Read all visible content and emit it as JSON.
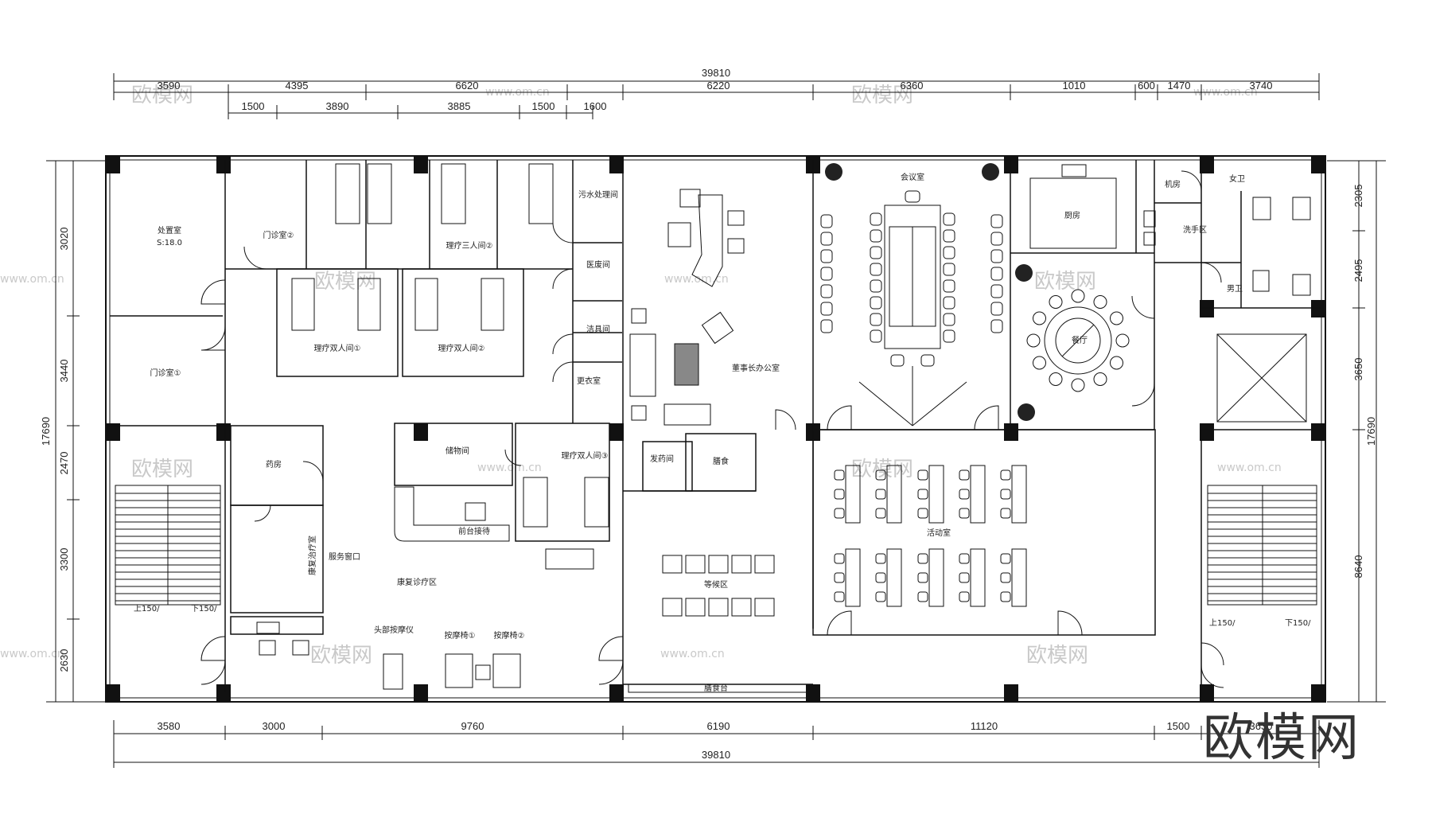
{
  "dims": {
    "top_total": "39810",
    "top_row1": [
      "3590",
      "4395",
      "6620",
      "6220",
      "6360",
      "1010",
      "600",
      "1470",
      "3740"
    ],
    "top_row2": [
      "1500",
      "3890",
      "3885",
      "1500",
      "1600"
    ],
    "bottom_row": [
      "3580",
      "3000",
      "9760",
      "6190",
      "11120",
      "1500",
      "3630"
    ],
    "bottom_total": "39810",
    "left_total": "17690",
    "left_segments": [
      "3020",
      "3440",
      "2470",
      "3300",
      "2630"
    ],
    "right_total": "17690",
    "right_segments": [
      "2305",
      "2495",
      "3650",
      "8640"
    ]
  },
  "rooms": {
    "treatment": "处置室",
    "treatment_area": "S:18.0",
    "clinic1": "门诊室①",
    "clinic2": "门诊室②",
    "triple_room": "理疗三人间②",
    "sewage": "污水处理间",
    "waste": "医废间",
    "clean": "洁具间",
    "changing": "更衣室",
    "double1": "理疗双人间①",
    "double2": "理疗双人间②",
    "double3": "理疗双人间③",
    "chairman": "董事长办公室",
    "meeting": "会议室",
    "kitchen": "厨房",
    "machine": "机房",
    "washroom": "洗手区",
    "female_wc": "女卫",
    "male_wc": "男卫",
    "dining": "餐厅",
    "pharmacy": "药房",
    "rehab_room": "康复治疗室",
    "service_window": "服务窗口",
    "storage": "储物间",
    "reception": "前台接待",
    "rehab_area": "康复诊疗区",
    "head_massage": "头部按摩仪",
    "massage1": "按摩椅①",
    "massage2": "按摩椅②",
    "dispensary": "发药间",
    "meal_room": "膳食",
    "waiting": "等候区",
    "activity": "活动室",
    "meal_counter": "膳食台"
  },
  "stairs": {
    "up": "上150/",
    "down": "下150/"
  },
  "watermarks": {
    "cn": "欧模网",
    "url": "www.om.cn"
  },
  "brand": "欧模网",
  "colors": {
    "line": "#111111",
    "watermark": "#c9c9c9"
  }
}
